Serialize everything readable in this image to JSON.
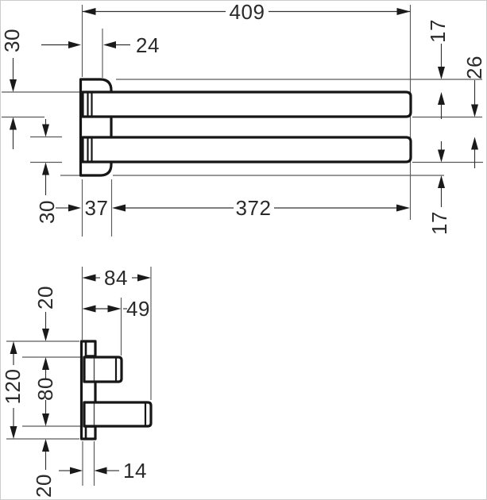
{
  "drawing": {
    "description": "Technical dimension drawing of a two-arm swivel towel bar: plan view (top) and side view (bottom), dimensions in mm",
    "plan_view": {
      "overall_length": "409",
      "pivot_offset": "24",
      "bar_width_top": "30",
      "top_clearance": "17",
      "bar_gap": "26",
      "bar_width_bottom": "30",
      "wall_plate_depth": "37",
      "bar_length": "372",
      "bottom_clearance": "17"
    },
    "side_view": {
      "arm_reach_long": "84",
      "arm_reach_short": "49",
      "top_margin": "20",
      "plate_height": "120",
      "arm_span": "80",
      "plate_thickness": "14",
      "bottom_margin": "20"
    }
  }
}
